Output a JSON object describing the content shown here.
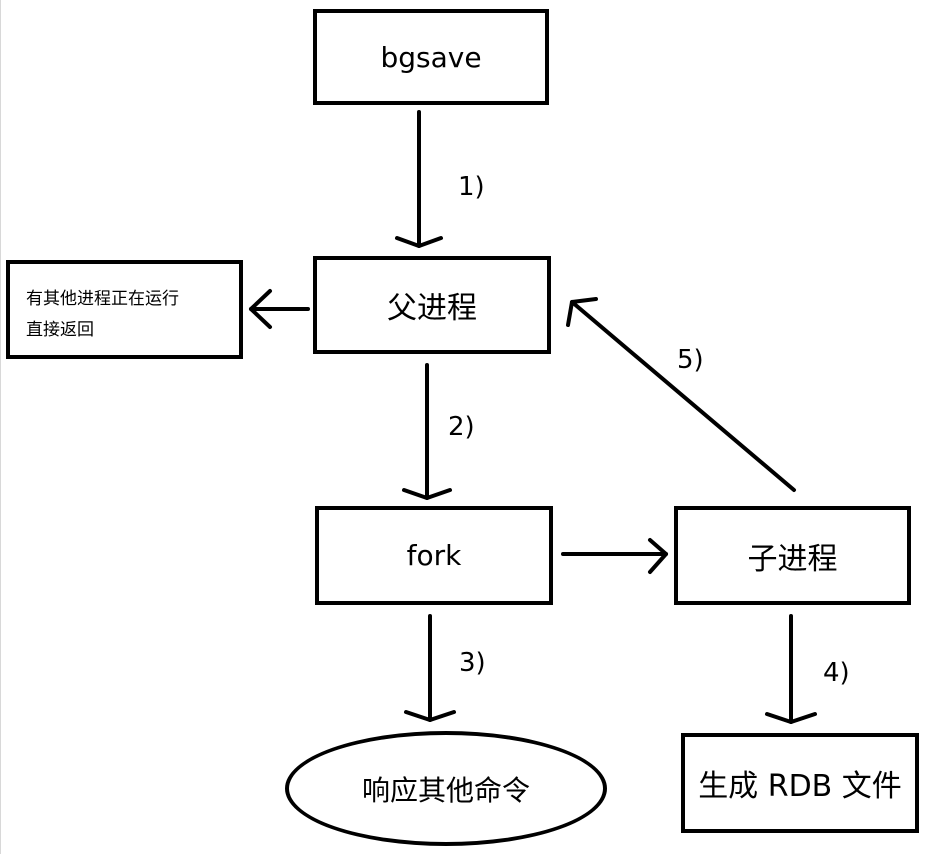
{
  "nodes": {
    "bgsave": "bgsave",
    "parent": "父进程",
    "fork": "fork",
    "child": "子进程",
    "respond": "响应其他命令",
    "rdb": "生成 RDB 文件"
  },
  "note": {
    "line1": "有其他进程正在运行",
    "line2": "直接返回"
  },
  "steps": {
    "s1": "1)",
    "s2": "2)",
    "s3": "3)",
    "s4": "4)",
    "s5": "5)"
  },
  "colors": {
    "stroke": "#000000",
    "background": "#ffffff"
  }
}
